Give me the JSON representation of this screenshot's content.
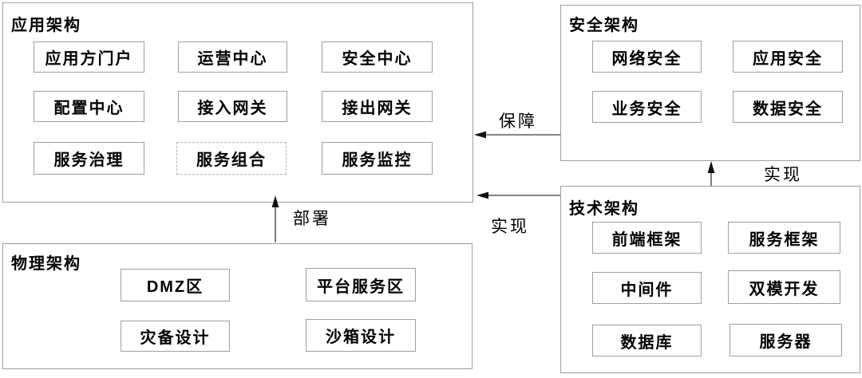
{
  "colors": {
    "background": "#ffffff",
    "box_border": "#9e9e9e",
    "dashed_box_border": "#b3b3b3",
    "arrow_line": "#3a3a3a",
    "arrow_head": "#111111",
    "text": "#000000"
  },
  "groups": {
    "app": {
      "title": "应用架构",
      "items": [
        "应用方门户",
        "运营中心",
        "安全中心",
        "配置中心",
        "接入网关",
        "接出网关",
        "服务治理",
        "服务组合",
        "服务监控"
      ]
    },
    "security": {
      "title": "安全架构",
      "items": [
        "网络安全",
        "应用安全",
        "业务安全",
        "数据安全"
      ]
    },
    "physical": {
      "title": "物理架构",
      "items": [
        "DMZ区",
        "平台服务区",
        "灾备设计",
        "沙箱设计"
      ]
    },
    "tech": {
      "title": "技术架构",
      "items": [
        "前端框架",
        "服务框架",
        "中间件",
        "双模开发",
        "数据库",
        "服务器"
      ]
    }
  },
  "arrows": {
    "guarantee": {
      "label": "保障",
      "from": "security-architecture",
      "to": "application-architecture"
    },
    "realize_horizontal": {
      "label": "实现",
      "from": "technical-architecture",
      "to": "application-architecture"
    },
    "realize_vertical": {
      "label": "实现",
      "from": "technical-architecture",
      "to": "security-architecture"
    },
    "deploy": {
      "label": "部署",
      "from": "physical-architecture",
      "to": "application-architecture"
    }
  }
}
